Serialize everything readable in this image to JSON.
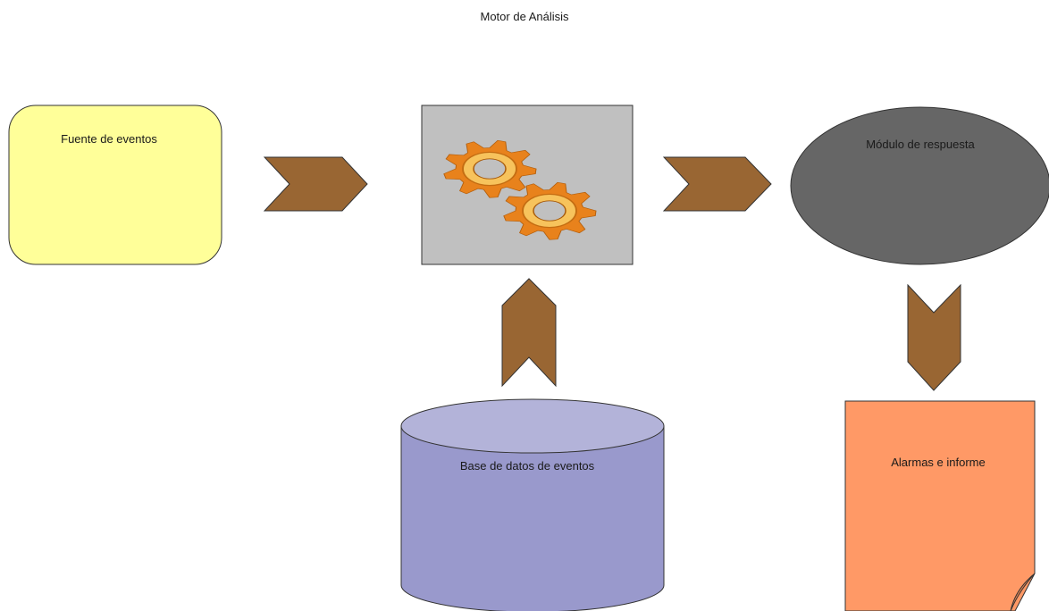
{
  "title": "Motor de Análisis",
  "nodes": {
    "source": {
      "label": "Fuente de eventos",
      "fill": "#ffff99"
    },
    "engine": {
      "label": "",
      "fill": "#c0c0c0",
      "icon": "gears-icon"
    },
    "response": {
      "label": "Módulo de respuesta",
      "fill": "#666666"
    },
    "database": {
      "label": "Base de datos de eventos",
      "fill": "#9999cc",
      "top_fill": "#b3b3d9"
    },
    "report": {
      "label": "Alarmas e informe",
      "fill": "#ff9966"
    }
  },
  "arrows": {
    "fill": "#996633",
    "items": [
      {
        "from": "source",
        "to": "engine",
        "direction": "right"
      },
      {
        "from": "engine",
        "to": "response",
        "direction": "right"
      },
      {
        "from": "database",
        "to": "engine",
        "direction": "up"
      },
      {
        "from": "response",
        "to": "report",
        "direction": "down"
      }
    ]
  },
  "gear_colors": {
    "outer": "#e8821c",
    "inner": "#f7c35c",
    "hole": "#c0c0c0"
  }
}
